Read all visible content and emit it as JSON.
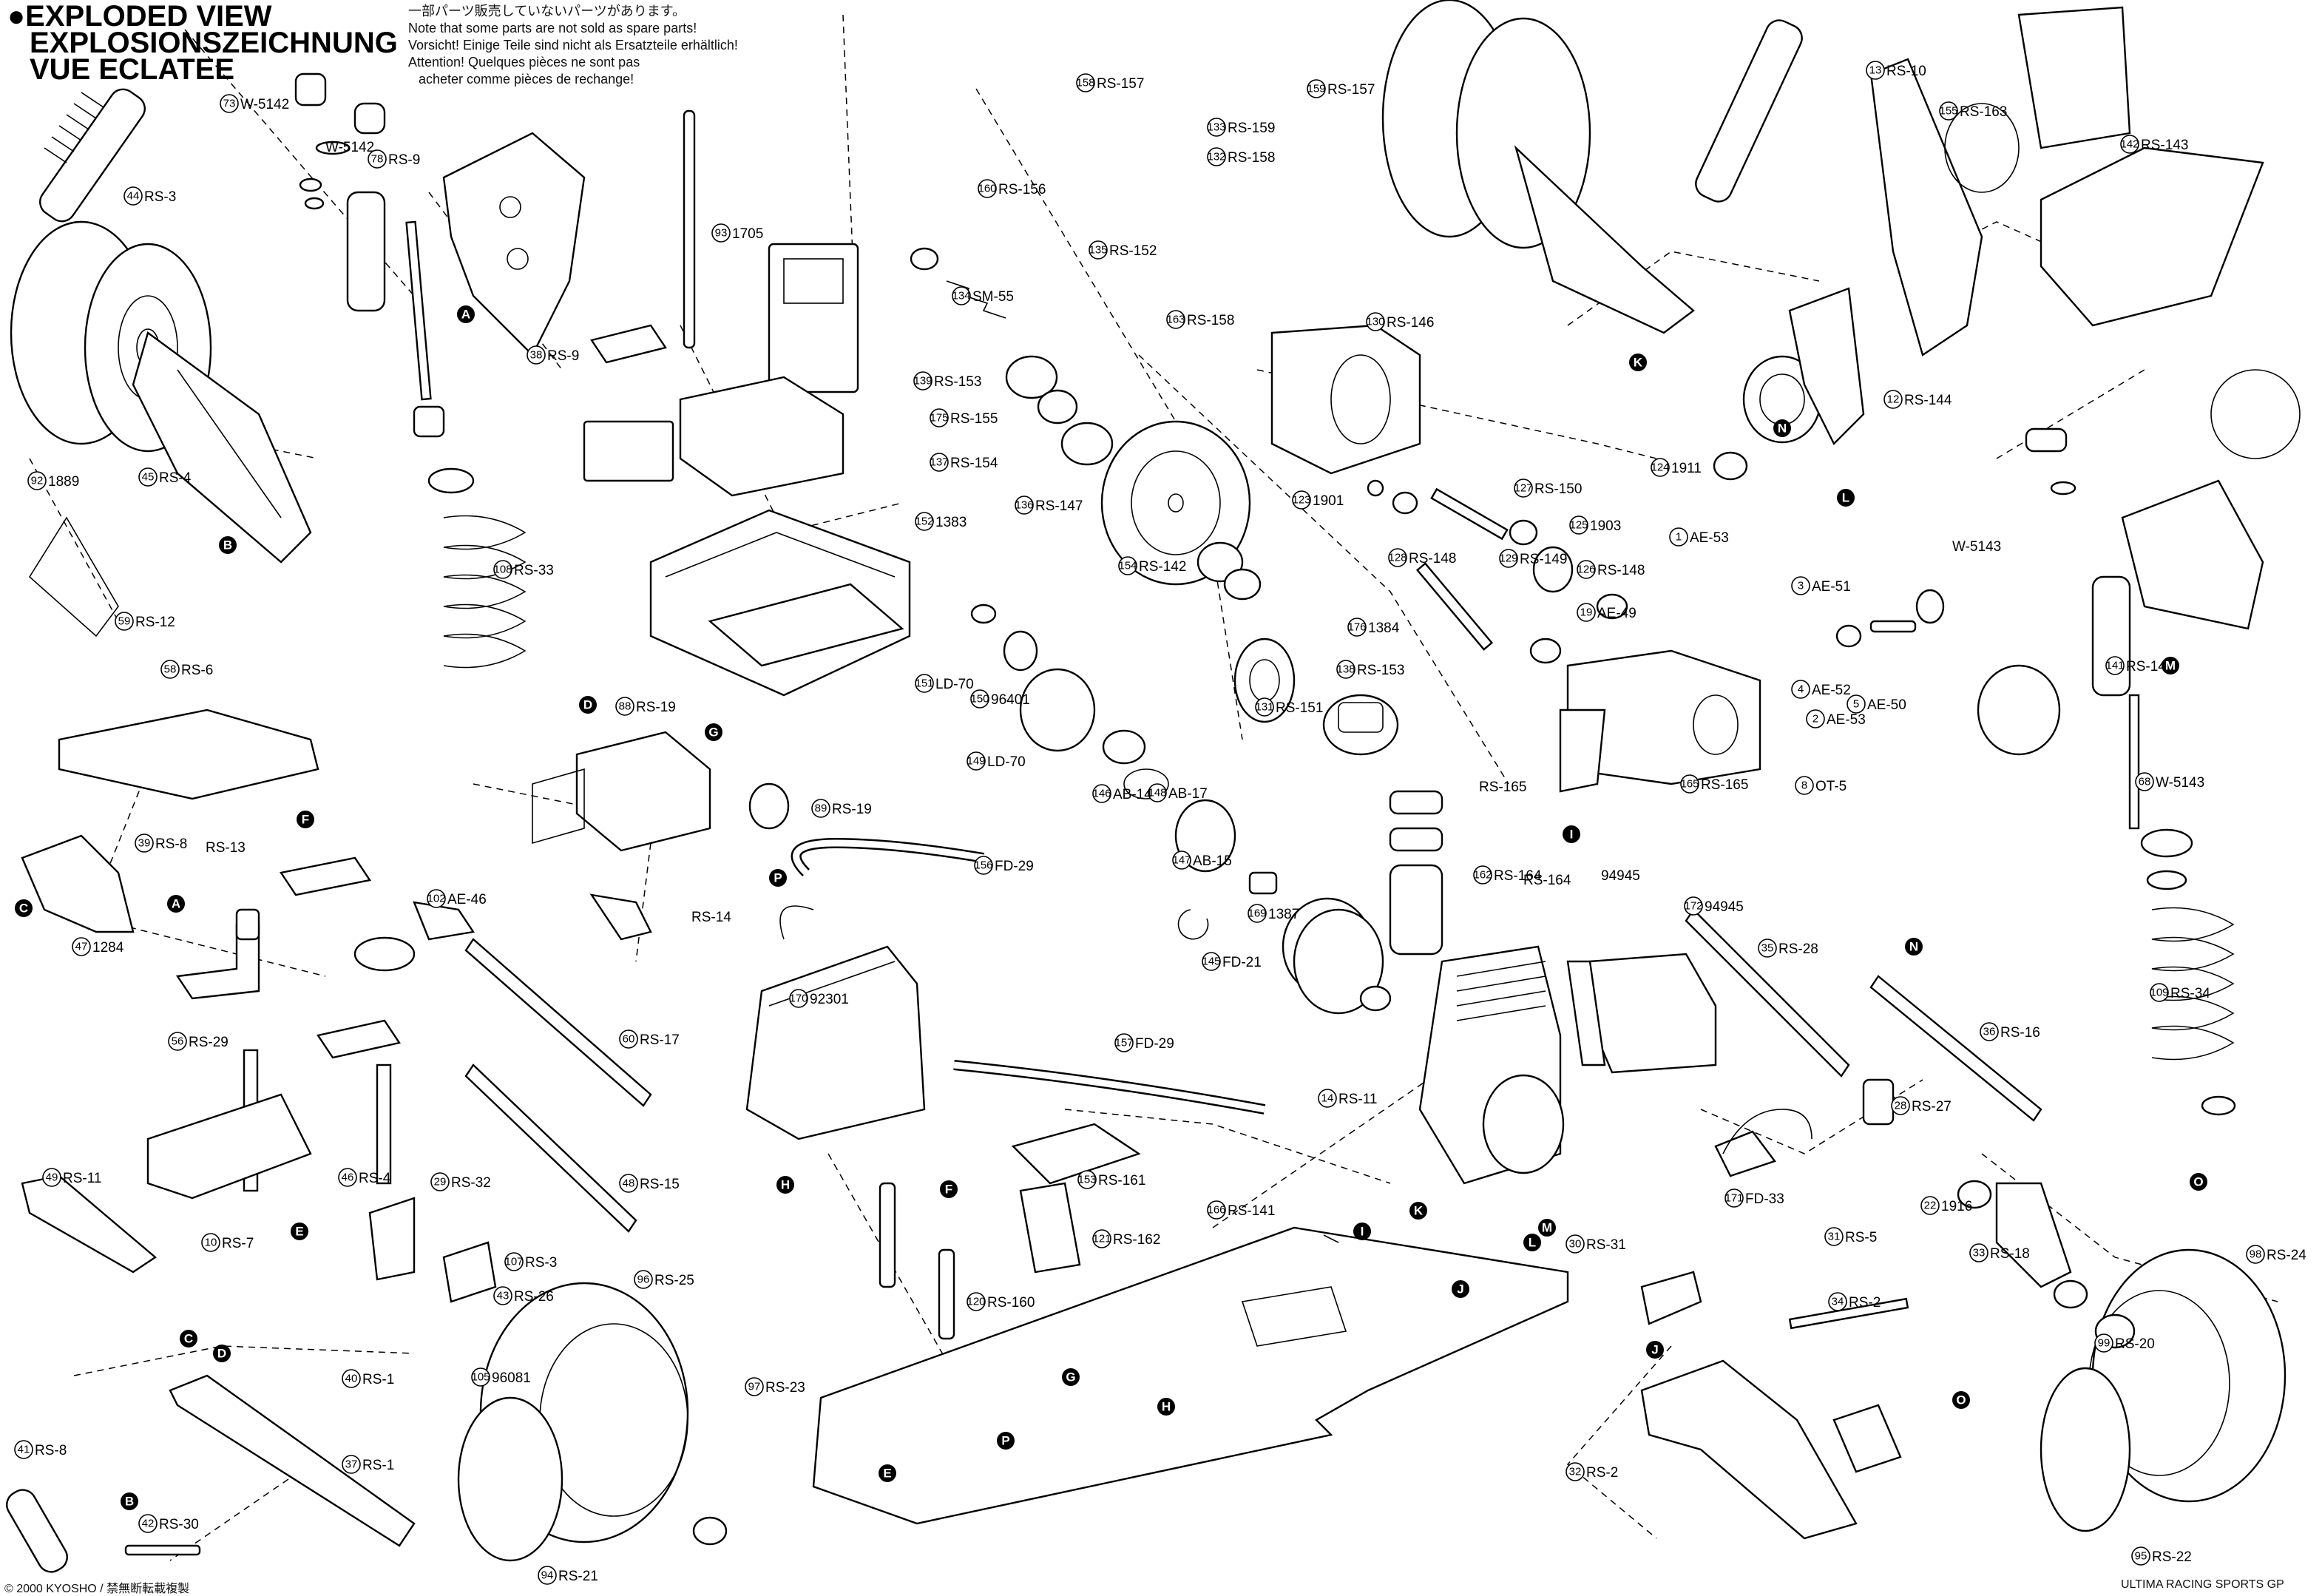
{
  "header": {
    "title_lines": [
      "EXPLODED VIEW",
      "EXPLOSIONSZEICHNUNG",
      "VUE ECLATEE"
    ],
    "notes": [
      "一部パーツ販売していないパーツがあります。",
      "Note that some parts are not sold as spare parts!",
      "Vorsicht!  Einige Teile sind nicht als Ersatzteile erhältlich!",
      "Attention!  Quelques pièces ne sont pas",
      "acheter comme pièces de rechange!"
    ]
  },
  "footer": {
    "copyright": "© 2000 KYOSHO / 禁無断転載複製",
    "model": "ULTIMA RACING SPORTS GP"
  },
  "callouts": [
    {
      "n": "73",
      "code": "W-5142"
    },
    {
      "n": "78",
      "code": "RS-9"
    },
    {
      "n": "44",
      "code": "RS-3"
    },
    {
      "n": "45",
      "code": "RS-4"
    },
    {
      "n": "38",
      "code": "RS-9"
    },
    {
      "n": "93",
      "code": "1705"
    },
    {
      "n": "92",
      "code": "1889"
    },
    {
      "n": "59",
      "code": "RS-12"
    },
    {
      "n": "58",
      "code": "RS-6"
    },
    {
      "n": "39",
      "code": "RS-8"
    },
    {
      "n": "108",
      "code": "RS-33"
    },
    {
      "n": "88",
      "code": "RS-19"
    },
    {
      "n": "89",
      "code": "RS-19"
    },
    {
      "n": "102",
      "code": "AE-46"
    },
    {
      "n": "47",
      "code": "1284"
    },
    {
      "n": "56",
      "code": "RS-29"
    },
    {
      "n": "60",
      "code": "RS-17"
    },
    {
      "n": "48",
      "code": "RS-15"
    },
    {
      "n": "49",
      "code": "RS-11"
    },
    {
      "n": "10",
      "code": "RS-7"
    },
    {
      "n": "46",
      "code": "RS-4"
    },
    {
      "n": "29",
      "code": "RS-32"
    },
    {
      "n": "107",
      "code": "RS-3"
    },
    {
      "n": "43",
      "code": "RS-26"
    },
    {
      "n": "96",
      "code": "RS-25"
    },
    {
      "n": "97",
      "code": "RS-23"
    },
    {
      "n": "105",
      "code": "96081"
    },
    {
      "n": "94",
      "code": "RS-21"
    },
    {
      "n": "40",
      "code": "RS-1"
    },
    {
      "n": "37",
      "code": "RS-1"
    },
    {
      "n": "41",
      "code": "RS-8"
    },
    {
      "n": "42",
      "code": "RS-30"
    },
    {
      "n": "158",
      "code": "RS-157"
    },
    {
      "n": "133",
      "code": "RS-159"
    },
    {
      "n": "132",
      "code": "RS-158"
    },
    {
      "n": "159",
      "code": "RS-157"
    },
    {
      "n": "160",
      "code": "RS-156"
    },
    {
      "n": "135",
      "code": "RS-152"
    },
    {
      "n": "163",
      "code": "RS-158"
    },
    {
      "n": "134",
      "code": "SM-55"
    },
    {
      "n": "139",
      "code": "RS-153"
    },
    {
      "n": "175",
      "code": "RS-155"
    },
    {
      "n": "137",
      "code": "RS-154"
    },
    {
      "n": "136",
      "code": "RS-147"
    },
    {
      "n": "152",
      "code": "1383"
    },
    {
      "n": "154",
      "code": "RS-142"
    },
    {
      "n": "151",
      "code": "LD-70"
    },
    {
      "n": "150",
      "code": "96401"
    },
    {
      "n": "149",
      "code": "LD-70"
    },
    {
      "n": "148",
      "code": "AB-17"
    },
    {
      "n": "147",
      "code": "AB-15"
    },
    {
      "n": "146",
      "code": "AB-14"
    },
    {
      "n": "169",
      "code": "1387"
    },
    {
      "n": "145",
      "code": "FD-21"
    },
    {
      "n": "156",
      "code": "FD-29"
    },
    {
      "n": "157",
      "code": "FD-29"
    },
    {
      "n": "170",
      "code": "92301"
    },
    {
      "n": "153",
      "code": "RS-161"
    },
    {
      "n": "121",
      "code": "RS-162"
    },
    {
      "n": "120",
      "code": "RS-160"
    },
    {
      "n": "166",
      "code": "RS-141"
    },
    {
      "n": "130",
      "code": "RS-146"
    },
    {
      "n": "127",
      "code": "RS-150"
    },
    {
      "n": "123",
      "code": "1901"
    },
    {
      "n": "125",
      "code": "1903"
    },
    {
      "n": "128",
      "code": "RS-148"
    },
    {
      "n": "129",
      "code": "RS-149"
    },
    {
      "n": "126",
      "code": "RS-148"
    },
    {
      "n": "176",
      "code": "1384"
    },
    {
      "n": "19",
      "code": "AE-49"
    },
    {
      "n": "138",
      "code": "RS-153"
    },
    {
      "n": "131",
      "code": "RS-151"
    },
    {
      "n": "162",
      "code": "RS-164"
    },
    {
      "n": "35",
      "code": "RS-28"
    },
    {
      "n": "36",
      "code": "RS-16"
    },
    {
      "n": "28",
      "code": "RS-27"
    },
    {
      "n": "171",
      "code": "FD-33"
    },
    {
      "n": "31",
      "code": "RS-5"
    },
    {
      "n": "30",
      "code": "RS-31"
    },
    {
      "n": "34",
      "code": "RS-2"
    },
    {
      "n": "32",
      "code": "RS-2"
    },
    {
      "n": "13",
      "code": "RS-10"
    },
    {
      "n": "155",
      "code": "RS-163"
    },
    {
      "n": "142",
      "code": "RS-143"
    },
    {
      "n": "12",
      "code": "RS-144"
    },
    {
      "n": "124",
      "code": "1911"
    },
    {
      "n": "1",
      "code": "AE-53"
    },
    {
      "n": "3",
      "code": "AE-51"
    },
    {
      "n": "4",
      "code": "AE-52"
    },
    {
      "n": "5",
      "code": "AE-50"
    },
    {
      "n": "2",
      "code": "AE-53"
    },
    {
      "n": "8",
      "code": "OT-5"
    },
    {
      "n": "141",
      "code": "RS-145"
    },
    {
      "n": "68",
      "code": "W-5143"
    },
    {
      "n": "109",
      "code": "RS-34"
    },
    {
      "n": "22",
      "code": "1916"
    },
    {
      "n": "33",
      "code": "RS-18"
    },
    {
      "n": "98",
      "code": "RS-24"
    },
    {
      "n": "99",
      "code": "RS-20"
    },
    {
      "n": "95",
      "code": "RS-22"
    },
    {
      "n": "165",
      "code": "RS-165"
    },
    {
      "n": "172",
      "code": "94945"
    },
    {
      "n": "14",
      "code": "RS-11"
    }
  ],
  "group_labels": [
    "W-5142",
    "W-5143",
    "RS-13",
    "RS-14",
    "RS-165",
    "94945",
    "RS-164"
  ],
  "markers": [
    "A",
    "B",
    "C",
    "D",
    "E",
    "F",
    "G",
    "H",
    "I",
    "J",
    "K",
    "L",
    "M",
    "N",
    "O",
    "P"
  ]
}
